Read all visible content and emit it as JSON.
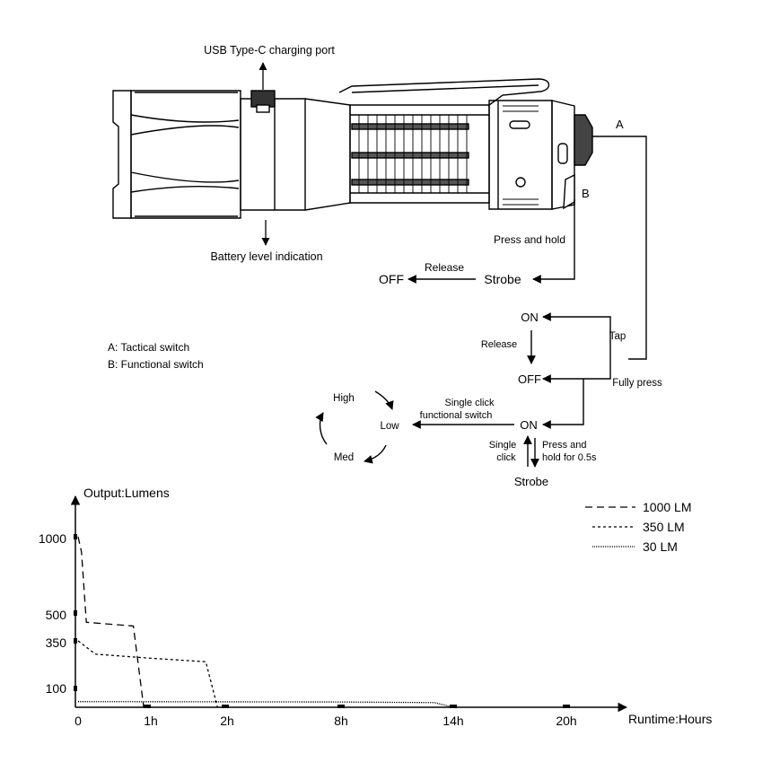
{
  "flashlight": {
    "usb_label": "USB Type-C charging port",
    "battery_label": "Battery level indication",
    "switch_a_letter": "A",
    "switch_b_letter": "B"
  },
  "legend_switches": {
    "a": "A: Tactical switch",
    "b": "B: Functional switch"
  },
  "flow": {
    "press_and_hold": "Press and hold",
    "release_top": "Release",
    "off_top": "OFF",
    "strobe_top": "Strobe",
    "on_1": "ON",
    "release_mid": "Release",
    "tap": "Tap",
    "off_mid": "OFF",
    "fully_press": "Fully press",
    "single_click_fs_line1": "Single click",
    "single_click_fs_line2": "functional switch",
    "on_2": "ON",
    "low": "Low",
    "high": "High",
    "med": "Med",
    "single_click_line1": "Single",
    "single_click_line2": "click",
    "press_hold_05_line1": "Press and",
    "press_hold_05_line2": "hold for 0.5s",
    "strobe_bottom": "Strobe"
  },
  "chart_data": {
    "type": "line",
    "ylabel": "Output:Lumens",
    "xlabel": "Runtime:Hours",
    "x_tick_labels": [
      "0",
      "1h",
      "2h",
      "8h",
      "14h",
      "20h"
    ],
    "y_tick_labels": [
      "1000",
      "500",
      "350",
      "100"
    ],
    "series": [
      {
        "name": "1000 LM",
        "dash": "8,5",
        "points": [
          [
            0,
            1000
          ],
          [
            0.05,
            900
          ],
          [
            0.12,
            450
          ],
          [
            0.8,
            430
          ],
          [
            0.95,
            0
          ]
        ]
      },
      {
        "name": "350 LM",
        "dash": "3,3",
        "points": [
          [
            0,
            350
          ],
          [
            0.25,
            280
          ],
          [
            1.0,
            260
          ],
          [
            1.75,
            240
          ],
          [
            1.9,
            0
          ]
        ]
      },
      {
        "name": "30 LM",
        "dash": "1,1",
        "points": [
          [
            0,
            30
          ],
          [
            8,
            28
          ],
          [
            13,
            25
          ],
          [
            14,
            0
          ]
        ]
      }
    ]
  }
}
